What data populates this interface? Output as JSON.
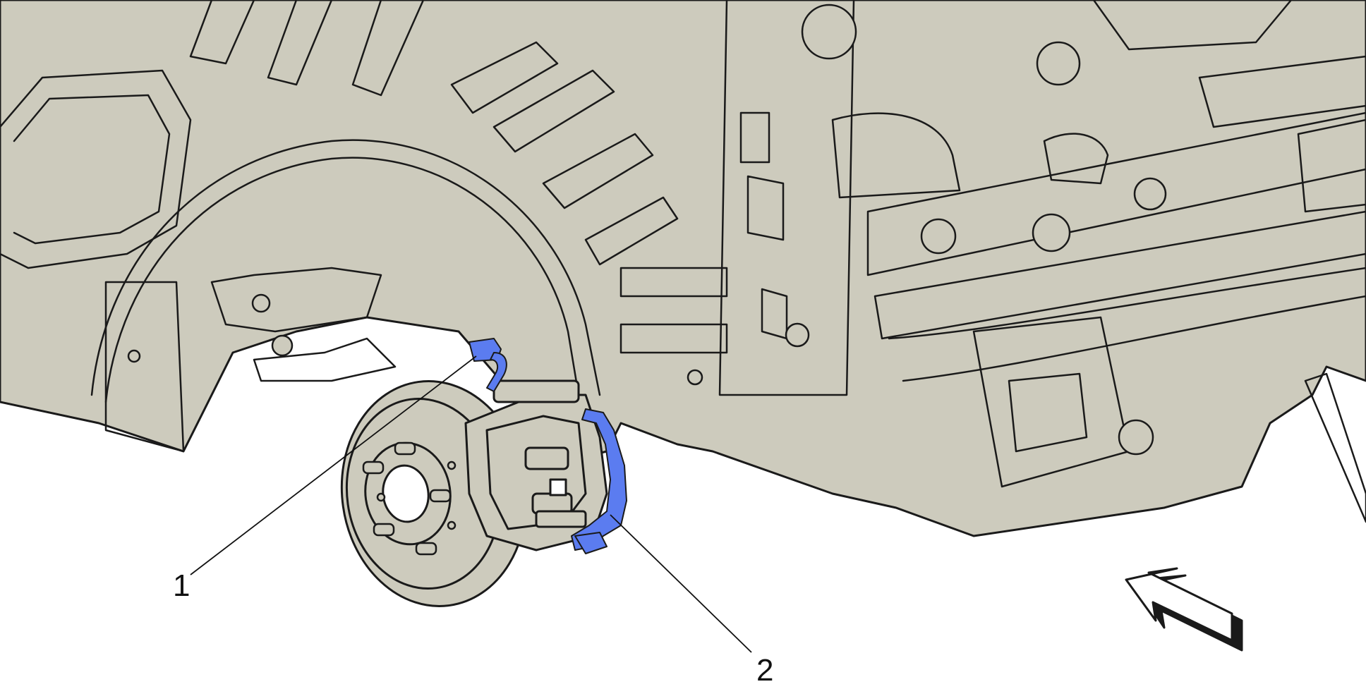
{
  "diagram": {
    "callouts": [
      {
        "id": "1",
        "label": "1"
      },
      {
        "id": "2",
        "label": "2"
      }
    ],
    "colors": {
      "body_fill": "#cdcbbd",
      "outline": "#1a1a1a",
      "highlight": "#5b7cf0",
      "background": "#ffffff"
    },
    "icons": [
      "view-direction-arrow-icon"
    ]
  }
}
